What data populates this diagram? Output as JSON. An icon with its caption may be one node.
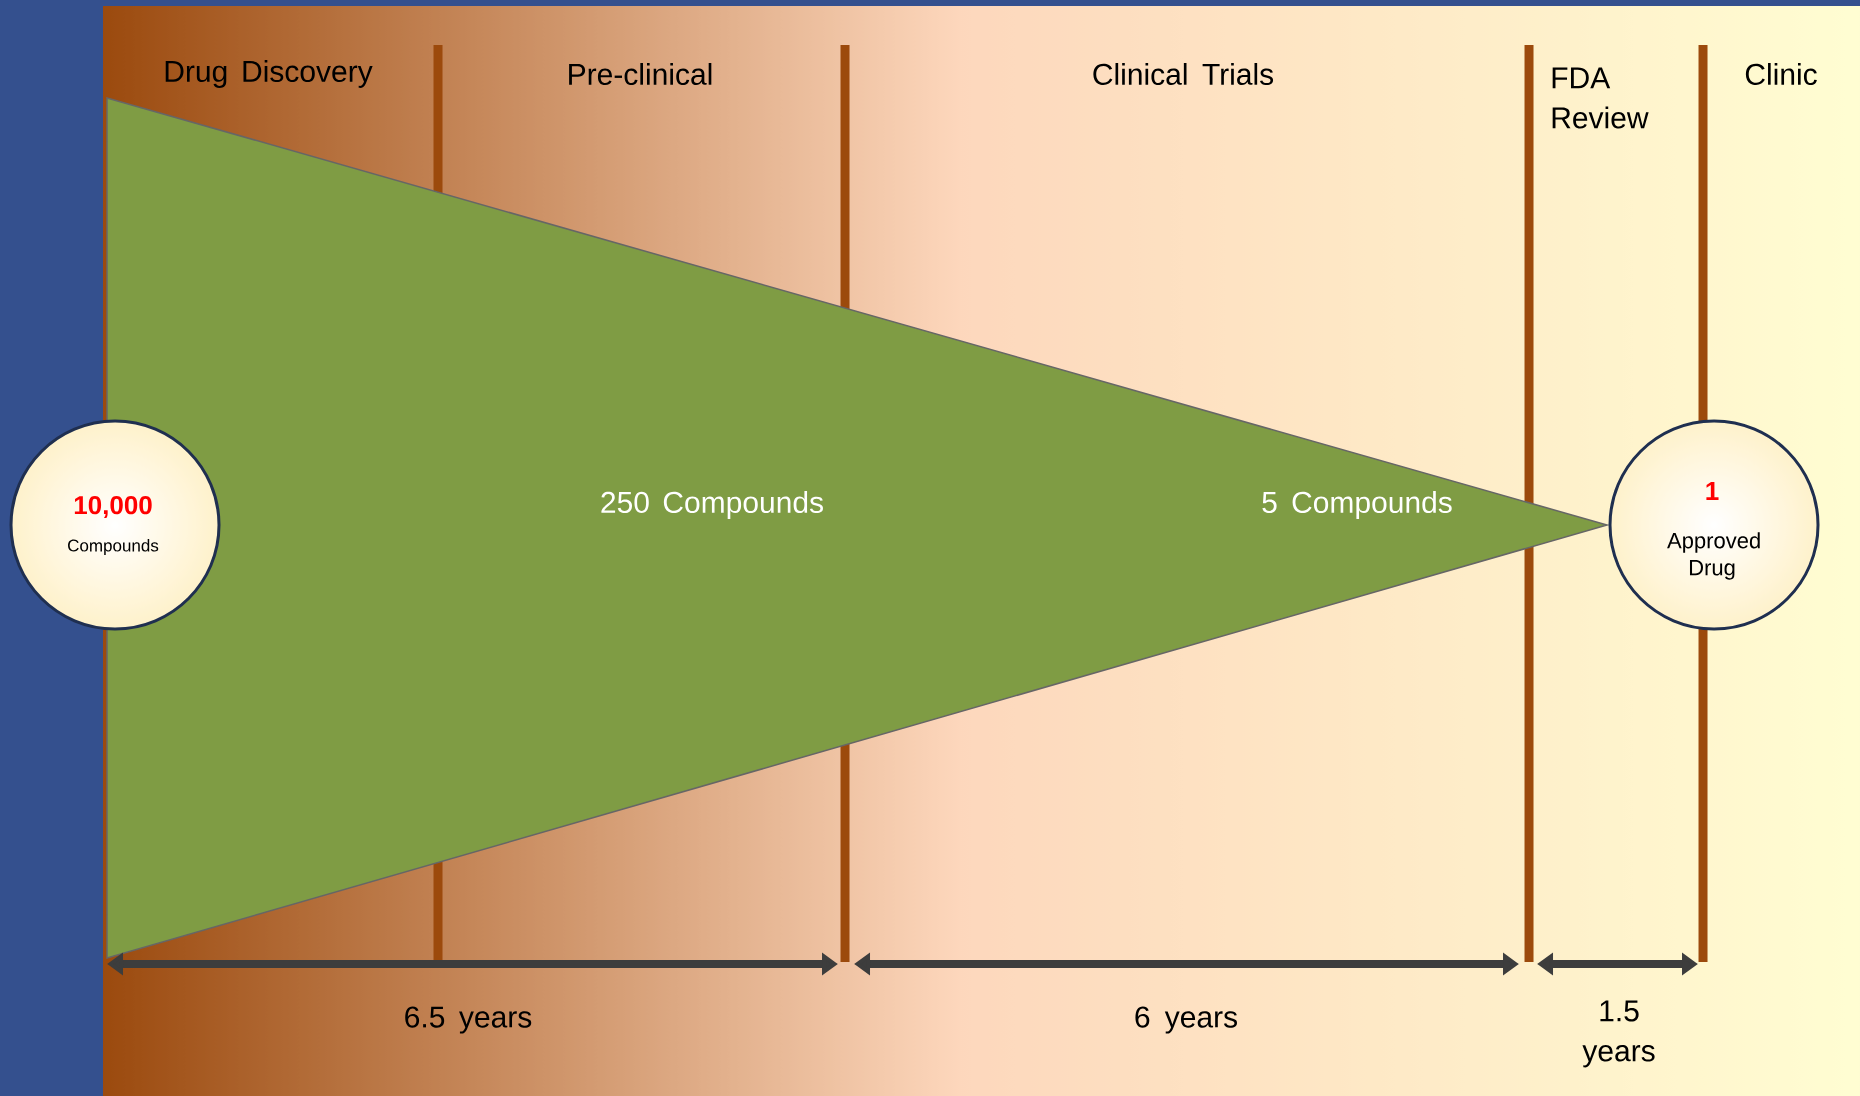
{
  "diagram": {
    "nodes": [
      {
        "text": [
          "250 Compounds",
          "5 Compounds"
        ]
      },
      {
        "text": [
          "10,000",
          "Compounds"
        ]
      },
      {
        "text": [
          "1",
          "Approved Drug"
        ]
      }
    ],
    "labels": [
      "Drug Discovery",
      "Pre-clinical",
      "Clinical Trials",
      "FDA Review",
      "Clinic",
      "6.5 years",
      "6 years",
      "1.5 years"
    ]
  }
}
